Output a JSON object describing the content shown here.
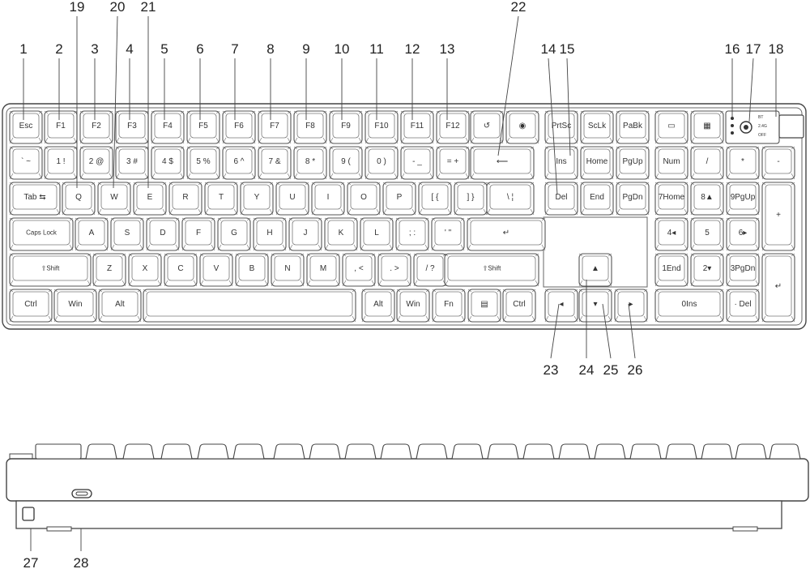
{
  "rows": [
    [
      {
        "label": "Esc",
        "id": "esc"
      },
      {
        "label": "F1",
        "id": "f1"
      },
      {
        "label": "F2",
        "id": "f2"
      },
      {
        "label": "F3",
        "id": "f3"
      },
      {
        "label": "F4",
        "id": "f4"
      },
      {
        "label": "F5",
        "id": "f5"
      },
      {
        "label": "F6",
        "id": "f6"
      },
      {
        "label": "F7",
        "id": "f7"
      },
      {
        "label": "F8",
        "id": "f8"
      },
      {
        "label": "F9",
        "id": "f9"
      },
      {
        "label": "F10",
        "id": "f10"
      },
      {
        "label": "F11",
        "id": "f11"
      },
      {
        "label": "F12",
        "id": "f12"
      },
      {
        "label": "↺",
        "id": "undo"
      },
      {
        "label": "◉",
        "id": "lock"
      },
      {
        "label": "PrtSc",
        "id": "prtsc"
      },
      {
        "label": "ScLk",
        "id": "sclk"
      },
      {
        "label": "PaBk",
        "id": "pabk"
      },
      {
        "label": "▭",
        "id": "screen"
      },
      {
        "label": "▦",
        "id": "calc"
      }
    ],
    [
      {
        "label": "` ~",
        "id": "grave"
      },
      {
        "label": "1 !",
        "id": "k1"
      },
      {
        "label": "2 @",
        "id": "k2"
      },
      {
        "label": "3 #",
        "id": "k3"
      },
      {
        "label": "4 $",
        "id": "k4"
      },
      {
        "label": "5 %",
        "id": "k5"
      },
      {
        "label": "6 ^",
        "id": "k6"
      },
      {
        "label": "7 &",
        "id": "k7"
      },
      {
        "label": "8 *",
        "id": "k8"
      },
      {
        "label": "9 (",
        "id": "k9"
      },
      {
        "label": "0 )",
        "id": "k0"
      },
      {
        "label": "- _",
        "id": "minus"
      },
      {
        "label": "= +",
        "id": "equal"
      },
      {
        "label": "⟵",
        "id": "backspace"
      },
      {
        "label": "Ins",
        "id": "ins"
      },
      {
        "label": "Home",
        "id": "home"
      },
      {
        "label": "PgUp",
        "id": "pgup"
      },
      {
        "label": "Num",
        "id": "num"
      },
      {
        "label": "/",
        "id": "npdiv"
      },
      {
        "label": "*",
        "id": "npmul"
      },
      {
        "label": "-",
        "id": "npsub"
      }
    ],
    [
      {
        "label": "Tab ⇆",
        "id": "tab"
      },
      {
        "label": "Q",
        "id": "q"
      },
      {
        "label": "W",
        "id": "w"
      },
      {
        "label": "E",
        "id": "e"
      },
      {
        "label": "R",
        "id": "r"
      },
      {
        "label": "T",
        "id": "t"
      },
      {
        "label": "Y",
        "id": "y"
      },
      {
        "label": "U",
        "id": "u"
      },
      {
        "label": "I",
        "id": "i"
      },
      {
        "label": "O",
        "id": "o"
      },
      {
        "label": "P",
        "id": "p"
      },
      {
        "label": "[ {",
        "id": "lbracket"
      },
      {
        "label": "] }",
        "id": "rbracket"
      },
      {
        "label": "\\ ¦",
        "id": "backslash"
      },
      {
        "label": "Del",
        "id": "del"
      },
      {
        "label": "End",
        "id": "end"
      },
      {
        "label": "PgDn",
        "id": "pgdn"
      },
      {
        "label": "7Home",
        "id": "np7"
      },
      {
        "label": "8▲",
        "id": "np8"
      },
      {
        "label": "9PgUp",
        "id": "np9"
      },
      {
        "label": "+",
        "id": "npadd"
      }
    ],
    [
      {
        "label": "Caps Lock",
        "id": "capslock"
      },
      {
        "label": "A",
        "id": "a"
      },
      {
        "label": "S",
        "id": "s"
      },
      {
        "label": "D",
        "id": "d"
      },
      {
        "label": "F",
        "id": "f"
      },
      {
        "label": "G",
        "id": "g"
      },
      {
        "label": "H",
        "id": "h"
      },
      {
        "label": "J",
        "id": "j"
      },
      {
        "label": "K",
        "id": "k"
      },
      {
        "label": "L",
        "id": "l"
      },
      {
        "label": "; :",
        "id": "semicolon"
      },
      {
        "label": "' \"",
        "id": "quote"
      },
      {
        "label": "↵",
        "id": "enter"
      },
      {
        "label": "4◂",
        "id": "np4"
      },
      {
        "label": "5",
        "id": "np5"
      },
      {
        "label": "6▸",
        "id": "np6"
      }
    ],
    [
      {
        "label": "⇧Shift",
        "id": "lshift"
      },
      {
        "label": "Z",
        "id": "z"
      },
      {
        "label": "X",
        "id": "x"
      },
      {
        "label": "C",
        "id": "c"
      },
      {
        "label": "V",
        "id": "v"
      },
      {
        "label": "B",
        "id": "b"
      },
      {
        "label": "N",
        "id": "n"
      },
      {
        "label": "M",
        "id": "m"
      },
      {
        "label": ", <",
        "id": "comma"
      },
      {
        "label": ". >",
        "id": "period"
      },
      {
        "label": "/ ?",
        "id": "slash"
      },
      {
        "label": "⇧Shift",
        "id": "rshift"
      },
      {
        "label": "▲",
        "id": "up"
      },
      {
        "label": "1End",
        "id": "np1"
      },
      {
        "label": "2▾",
        "id": "np2"
      },
      {
        "label": "3PgDn",
        "id": "np3"
      },
      {
        "label": "↵",
        "id": "npenter"
      }
    ],
    [
      {
        "label": "Ctrl",
        "id": "lctrl"
      },
      {
        "label": "Win",
        "id": "lwin"
      },
      {
        "label": "Alt",
        "id": "lalt"
      },
      {
        "label": "",
        "id": "space"
      },
      {
        "label": "Alt",
        "id": "ralt"
      },
      {
        "label": "Win",
        "id": "rwin"
      },
      {
        "label": "Fn",
        "id": "fn"
      },
      {
        "label": "▤",
        "id": "menu"
      },
      {
        "label": "Ctrl",
        "id": "rctrl"
      },
      {
        "label": "◂",
        "id": "left"
      },
      {
        "label": "▾",
        "id": "down"
      },
      {
        "label": "▸",
        "id": "right"
      },
      {
        "label": "0Ins",
        "id": "np0"
      },
      {
        "label": "· Del",
        "id": "npdot"
      }
    ]
  ],
  "callouts": [
    "1",
    "2",
    "3",
    "4",
    "5",
    "6",
    "7",
    "8",
    "9",
    "10",
    "11",
    "12",
    "13",
    "14",
    "15",
    "16",
    "17",
    "18",
    "19",
    "20",
    "21",
    "22",
    "23",
    "24",
    "25",
    "26",
    "27",
    "28"
  ],
  "switch_labels": [
    "BT",
    "2.4G",
    "OFF"
  ],
  "colors": {
    "line": "#444444",
    "accent": "#3aa0d8"
  }
}
